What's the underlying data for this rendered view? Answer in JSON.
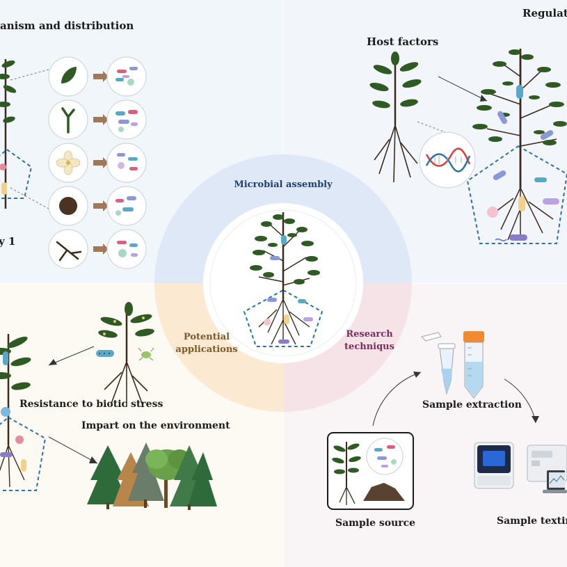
{
  "panels": {
    "top_left": {
      "title": "anism and distribution",
      "side_label": "y 1"
    },
    "top_right": {
      "title": "Regulato",
      "host_factors": "Host factors"
    },
    "bottom_left": {
      "resistance": "Resistance to biotic stress",
      "environment": "Impart on the environment"
    },
    "bottom_right": {
      "extraction": "Sample extraction",
      "source": "Sample source",
      "testing": "Sample texting"
    }
  },
  "center": {
    "top": "Microbial assembly",
    "left": "Potential\napplications",
    "right": "Research\ntechniqus"
  },
  "icons": {
    "tl_column": [
      "leaf-icon",
      "stem-icon",
      "flower-icon",
      "soil-icon",
      "root-icon"
    ],
    "tr": [
      "dna-icon"
    ],
    "br": [
      "tube-icon",
      "microtube-icon",
      "sequencer-icon",
      "laptop-icon"
    ]
  },
  "colors": {
    "microbial_ring": "#dfe8f6",
    "applications_ring": "#fbe9d2",
    "techniques_ring": "#f6e3e8",
    "microbial_text": "#20406e",
    "applications_text": "#7a5a2a",
    "techniques_text": "#7a2f5a",
    "plant_green": "#2f5a24",
    "root_brown": "#3b2a1d",
    "dashed_blue": "#2f6fa5"
  }
}
